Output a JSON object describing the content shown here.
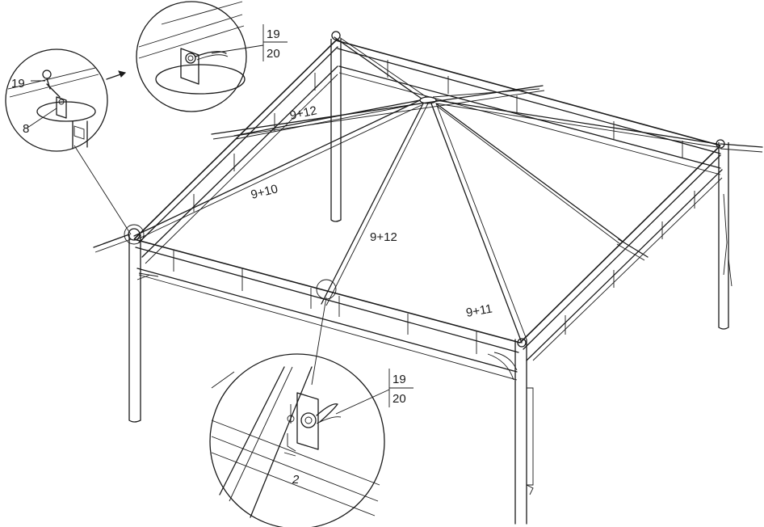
{
  "labels": {
    "rafter_left": "9+12",
    "rafter_left_lower": "9+10",
    "rafter_center": "9+12",
    "rafter_right": "9+11"
  },
  "callout_top_left": {
    "pin": "19",
    "bracket": "8"
  },
  "callout_top": {
    "part_a": "19",
    "part_b": "20"
  },
  "callout_bottom": {
    "part_a": "19",
    "part_b": "20",
    "part_base": "2"
  }
}
